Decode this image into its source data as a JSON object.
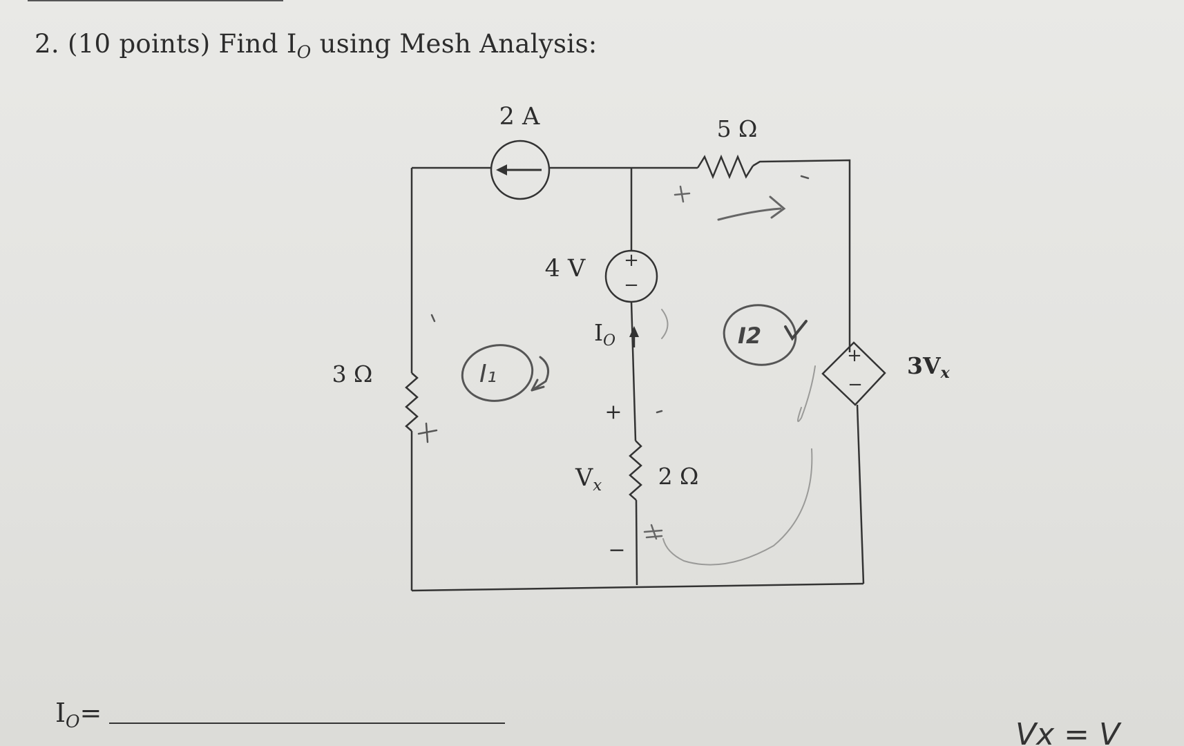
{
  "question": {
    "number": "2.",
    "points": "(10 points)",
    "text_before": "Find I",
    "io_sub": "O",
    "text_after": " using Mesh Analysis:"
  },
  "circuit": {
    "current_source": "2 A",
    "resistor_top": "5 Ω",
    "voltage_source": "4 V",
    "current_label": "I",
    "current_label_sub": "O",
    "resistor_left": "3 Ω",
    "resistor_middle": "2 Ω",
    "vx_label": "V",
    "vx_sub": "x",
    "vx_plus": "+",
    "vx_minus": "−",
    "dep_source_label": "3V",
    "dep_source_sub": "x",
    "source_plus": "+",
    "source_minus": "−"
  },
  "handwriting": {
    "mesh1": "I₁",
    "mesh2": "I2",
    "bottom_note": "Vx = V"
  },
  "answer": {
    "label": "I",
    "label_sub": "O",
    "equals": "="
  },
  "colors": {
    "ink": "#2c2c2c",
    "pencil": "#7a7a78",
    "paper": "#e6e6e3"
  }
}
